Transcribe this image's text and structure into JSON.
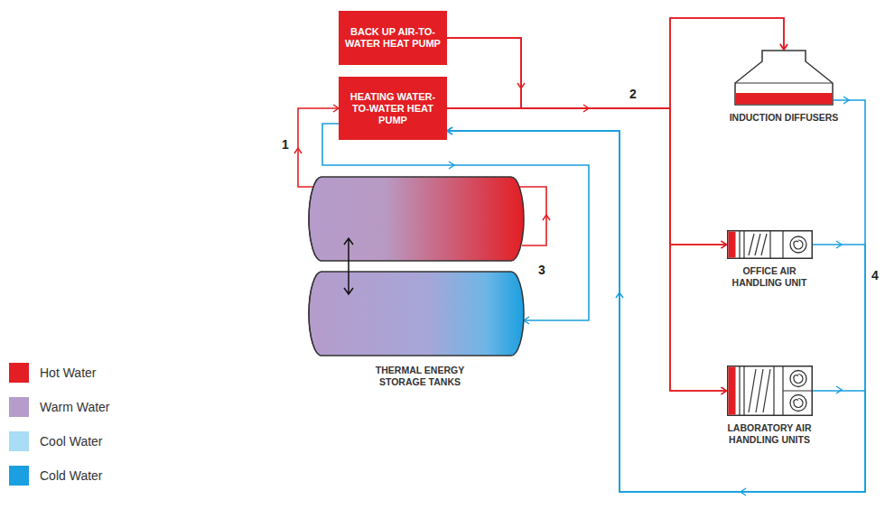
{
  "diagram": {
    "nodes": [
      {
        "text": [
          "BACK UP AIR-TO-WATER HEAT PUMP"
        ]
      },
      {
        "text": [
          "HEATING WATER-TO-WATER HEAT PUMP"
        ]
      },
      {
        "text": [
          "INDUCTION DIFFUSERS"
        ]
      },
      {
        "text": [
          "OFFICE AIR HANDLING UNIT"
        ]
      },
      {
        "text": [
          "LABORATORY AIR HANDLING UNITS"
        ]
      },
      {
        "text": [
          "THERMAL ENERGY STORAGE TANKS"
        ]
      }
    ],
    "edges": [
      {
        "from": 0,
        "to": 2,
        "arrow": "to"
      },
      {
        "from": 0,
        "to": 3,
        "arrow": "to"
      },
      {
        "from": 0,
        "to": 4,
        "arrow": "to"
      },
      {
        "from": 1,
        "to": 2,
        "arrow": "to"
      },
      {
        "from": 1,
        "to": 3,
        "arrow": "to"
      },
      {
        "from": 1,
        "to": 4,
        "arrow": "to"
      },
      {
        "from": 5,
        "to": 1,
        "arrow": "to"
      },
      {
        "from": 1,
        "to": 5,
        "arrow": "to"
      },
      {
        "from": 2,
        "to": 1,
        "arrow": "to"
      },
      {
        "from": 3,
        "to": 1,
        "arrow": "to"
      },
      {
        "from": 4,
        "to": 1,
        "arrow": "to"
      }
    ],
    "labels": [
      "1",
      "2",
      "3",
      "4"
    ],
    "legend": [
      {
        "text": "Hot Water",
        "color": "#e31e24"
      },
      {
        "text": "Warm Water",
        "color": "#b59ccb"
      },
      {
        "text": "Cool Water",
        "color": "#a9dcf5"
      },
      {
        "text": "Cold Water",
        "color": "#1a9fe0"
      }
    ]
  }
}
